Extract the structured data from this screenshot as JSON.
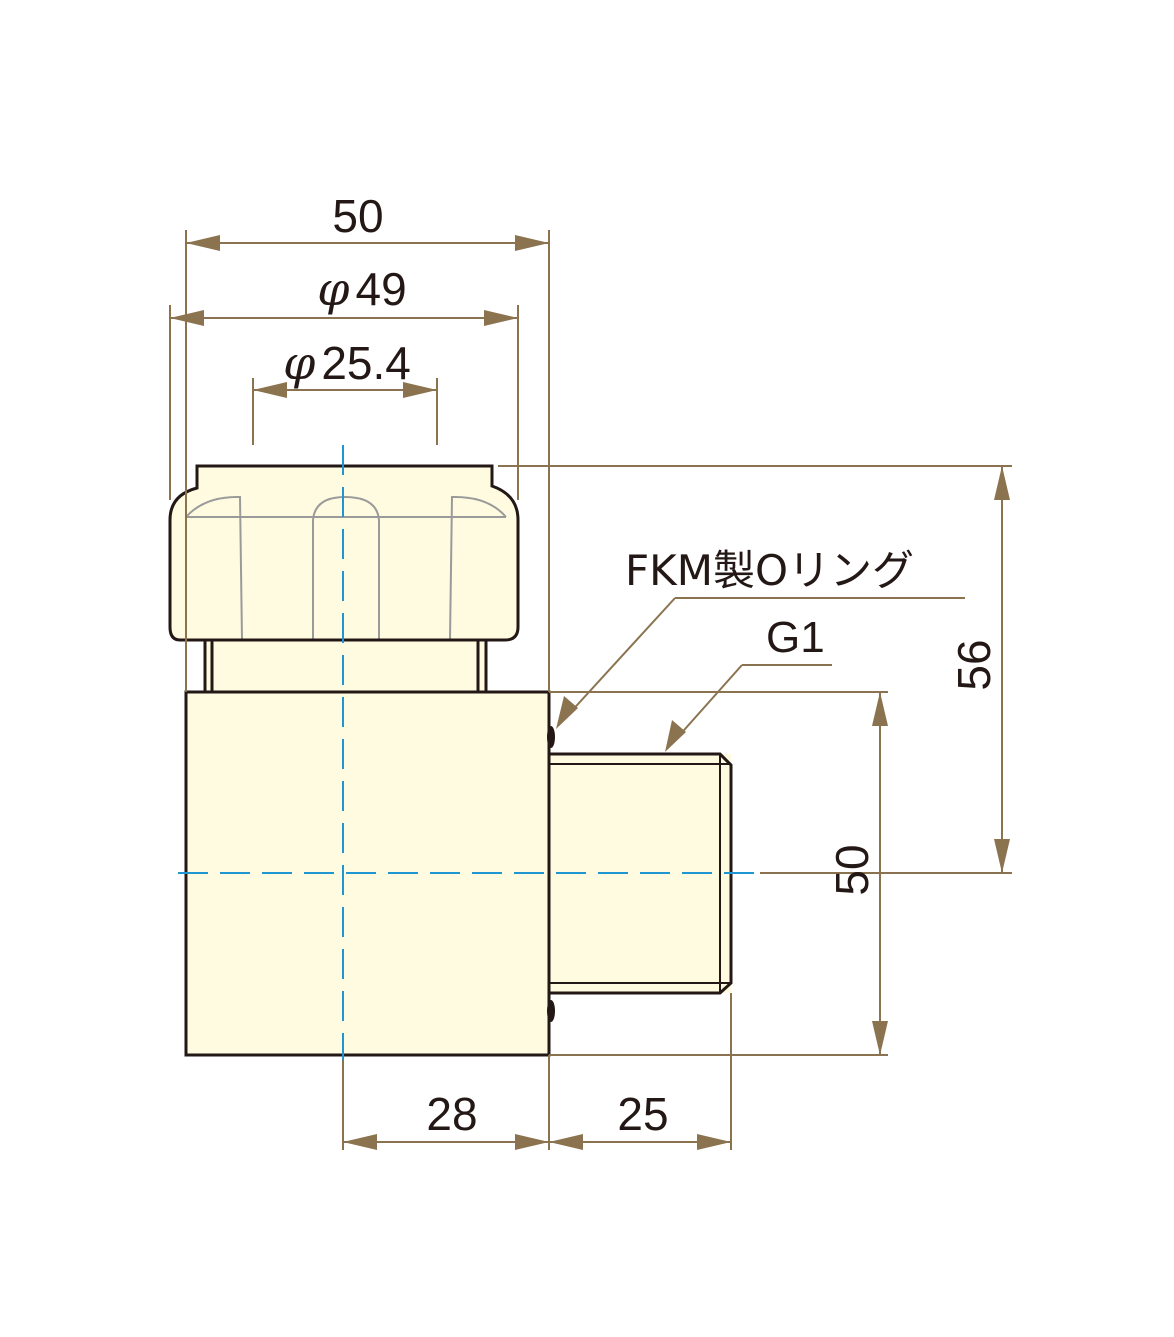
{
  "drawing": {
    "dimensions": {
      "overall_width": "50",
      "nut_diameter_prefix": "φ",
      "nut_diameter_value": "49",
      "bore_diameter_prefix": "φ",
      "bore_diameter_value": "25.4",
      "total_height": "56",
      "body_height": "50",
      "center_to_face": "28",
      "thread_length": "25"
    },
    "callouts": {
      "oring": "FKM製Oリング",
      "thread": "G1"
    },
    "colors": {
      "body_fill": "#fffbe0",
      "outline": "#231815",
      "dimension_line": "#8b7350",
      "center_line": "#1e96d2",
      "hidden_detail": "#9a9a9a"
    }
  }
}
